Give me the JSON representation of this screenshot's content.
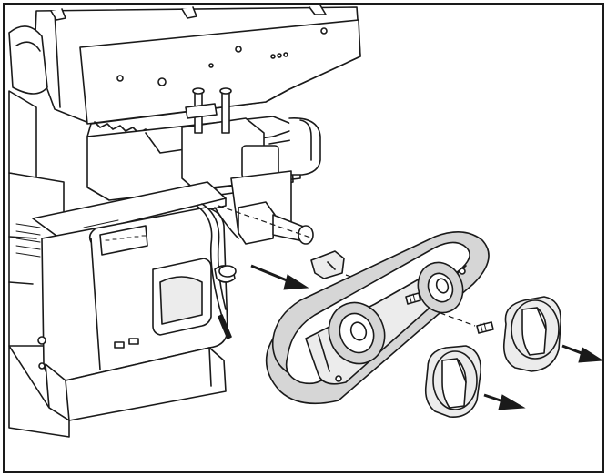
{
  "figure": {
    "background": "#ffffff",
    "line_color": "#1a1a1a",
    "part_fill": "#d6d6d6",
    "icons": [
      "boiler-body-icon",
      "control-box-icon",
      "front-panel-icon",
      "control-knob-icon",
      "screw-icon",
      "arrow-icon"
    ],
    "parts": {
      "boiler_body": "boiler-body-icon",
      "control_box": "control-box-icon",
      "front_panel": "front-panel-icon",
      "knobs": 2,
      "screws": 2,
      "removal_arrows": 3
    }
  }
}
